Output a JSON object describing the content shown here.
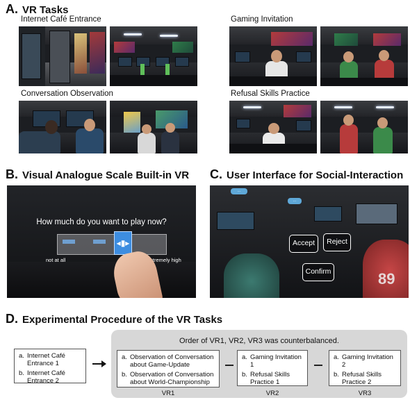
{
  "section_a": {
    "letter": "A.",
    "title": "VR Tasks",
    "captions": {
      "internet_cafe": "Internet Café Entrance",
      "gaming_invitation": "Gaming Invitation",
      "conversation_observation": "Conversation Observation",
      "refusal_skills": "Refusal Skills Practice"
    }
  },
  "section_b": {
    "letter": "B.",
    "title": "Visual Analogue Scale Built-in VR",
    "question": "How much do you want to play now?",
    "scale_min_label": "not at all",
    "scale_max_label": "extremely high",
    "slider_level": 0.58
  },
  "section_c": {
    "letter": "C.",
    "title": "User Interface for Social-Interaction",
    "buttons": {
      "accept": "Accept",
      "reject": "Reject",
      "confirm": "Confirm"
    },
    "jersey_number": "89"
  },
  "section_d": {
    "letter": "D.",
    "title": "Experimental Procedure of the VR Tasks",
    "counterbalance_note": "Order of VR1, VR2, VR3 was counterbalanced.",
    "entrance": [
      {
        "key": "a.",
        "text": "Internet Café Entrance 1"
      },
      {
        "key": "b.",
        "text": "Internet Café Entrance 2"
      }
    ],
    "vr1": {
      "label": "VR1",
      "items": [
        {
          "key": "a.",
          "text": "Observation of Conversation about Game-Update"
        },
        {
          "key": "b.",
          "text": "Observation of Conversation about World-Championship"
        }
      ]
    },
    "vr2": {
      "label": "VR2",
      "items": [
        {
          "key": "a.",
          "text": "Gaming Invitation 1"
        },
        {
          "key": "b.",
          "text": "Refusal Skills Practice 1"
        }
      ]
    },
    "vr3": {
      "label": "VR3",
      "items": [
        {
          "key": "a.",
          "text": "Gaming Invitation 2"
        },
        {
          "key": "b.",
          "text": "Refusal Skills Practice 2"
        }
      ]
    }
  },
  "colors": {
    "vas_knob": "#3d8de0",
    "panel_gray": "#d7d7d7"
  }
}
